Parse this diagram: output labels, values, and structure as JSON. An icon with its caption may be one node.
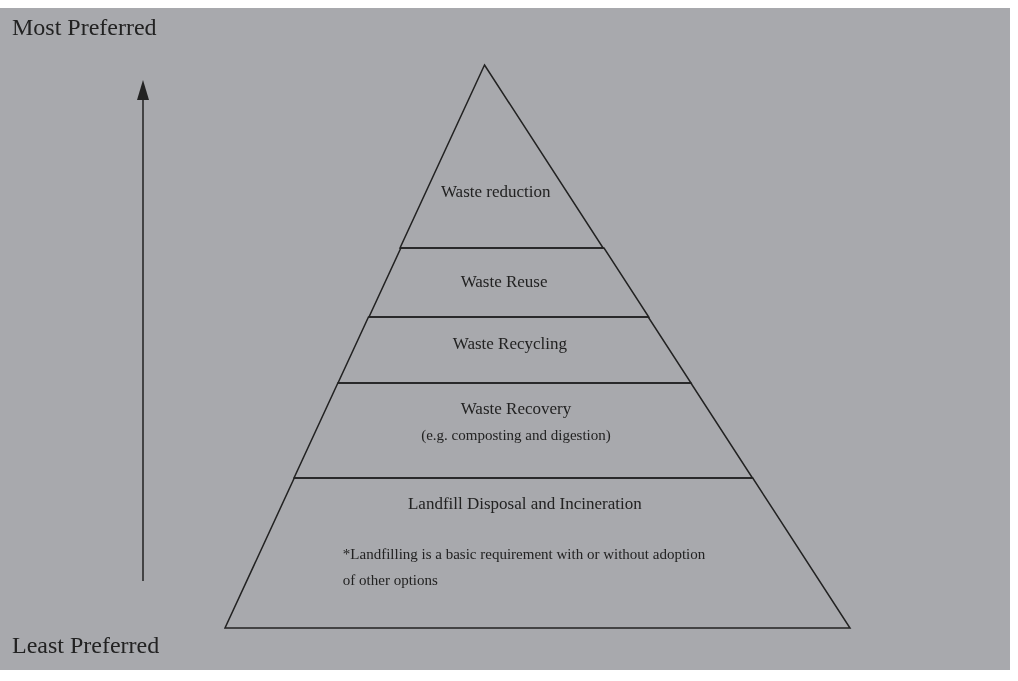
{
  "diagram": {
    "nodes": [
      {
        "text": [
          "Waste reduction"
        ]
      },
      {
        "text": [
          "Waste Reuse"
        ]
      },
      {
        "text": [
          "Waste Recycling"
        ]
      },
      {
        "text": [
          "Waste Recovery",
          "(e.g. composting and digestion)"
        ]
      },
      {
        "text": [
          "Landfill Disposal and Incineration",
          "*Landfilling is a basic requirement with or without adoption of other options"
        ]
      }
    ],
    "labels": [
      "Most Preferred",
      "Least Preferred"
    ]
  }
}
